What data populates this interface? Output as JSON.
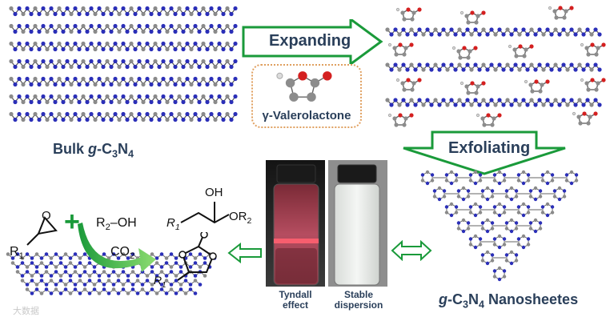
{
  "labels": {
    "bulk_prefix": "Bulk ",
    "g": "g",
    "c3n4_c": "-C",
    "sub3": "3",
    "n": "N",
    "sub4": "4",
    "nanosheets_suffix": " Nanosheetes",
    "expanding": "Expanding",
    "exfoliating": "Exfoliating",
    "valerolactone": "γ-Valerolactone",
    "tyndall_line1": "Tyndall",
    "tyndall_line2": "effect",
    "stable_line1": "Stable",
    "stable_line2": "dispersion"
  },
  "reaction": {
    "r1": "R",
    "r1_sub": "1",
    "r2": "R",
    "r2_sub": "2",
    "oh": "–OH",
    "co2": "CO",
    "co2_sub": "2",
    "plus": "+",
    "product_oh": "OH",
    "product_or2": "OR",
    "product_r1": "R",
    "product_r1_sub": "1"
  },
  "watermark": "大数据",
  "colors": {
    "nitrogen": "#2b2fb8",
    "carbon": "#8a8a8a",
    "arrow_green": "#1a9a3a",
    "oxygen": "#d42020",
    "dashed_box": "#e0a060"
  }
}
